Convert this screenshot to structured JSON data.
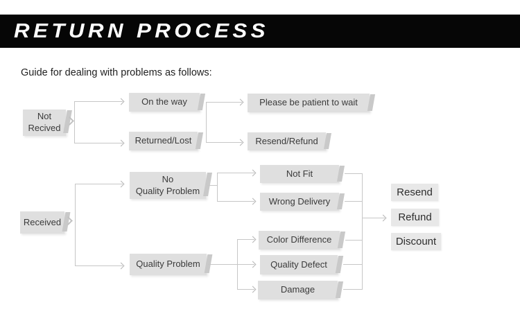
{
  "header": {
    "title": "RETURN PROCESS"
  },
  "intro": {
    "text": "Guide for dealing with problems as follows:"
  },
  "colors": {
    "header_bar": "#060606",
    "header_text": "#ffffff",
    "node_fill": "#dfdfdf",
    "node_fold": "#c9c9c9",
    "node_text": "#3a3a3a",
    "result_fill": "#e8e8e8",
    "connector": "#c6c6c6"
  },
  "flow": {
    "roots": {
      "not_received": "Not\nRecived",
      "received": "Received"
    },
    "shipping": {
      "on_the_way": "On the way",
      "returned_lost": "Returned/Lost"
    },
    "shipping_outcomes": {
      "please_wait": "Please be patient to wait",
      "resend_refund": "Resend/Refund"
    },
    "received_branches": {
      "no_quality_problem": "No\nQuality Problem",
      "quality_problem": "Quality Problem"
    },
    "no_quality_issues": {
      "not_fit": "Not Fit",
      "wrong_delivery": "Wrong Delivery"
    },
    "quality_issues": {
      "color_difference": "Color Difference",
      "quality_defect": "Quality Defect",
      "damage": "Damage"
    },
    "resolutions": {
      "resend": "Resend",
      "refund": "Refund",
      "discount": "Discount"
    }
  }
}
